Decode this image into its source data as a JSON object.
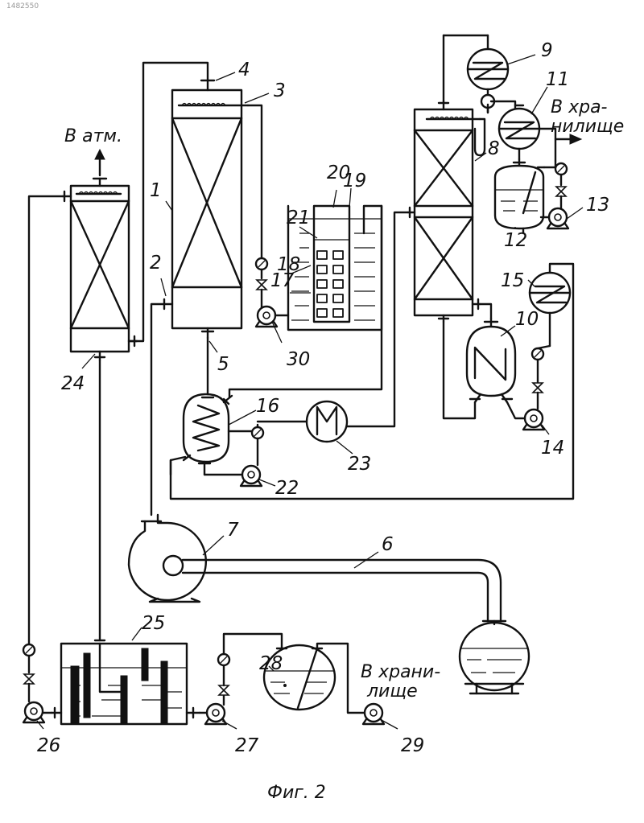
{
  "figure": {
    "caption": "Фиг. 2",
    "corner_mark": "1482550"
  },
  "labels": {
    "to_atmosphere": "В атм.",
    "to_storage_top_line1": "В хра-",
    "to_storage_top_line2": "нилище",
    "to_storage_bottom_line1": "В храни-",
    "to_storage_bottom_line2": "лище"
  },
  "callouts": {
    "n1": "1",
    "n2": "2",
    "n3": "3",
    "n4": "4",
    "n5": "5",
    "n6": "6",
    "n7": "7",
    "n8": "8",
    "n9": "9",
    "n10": "10",
    "n11": "11",
    "n12": "12",
    "n13": "13",
    "n14": "14",
    "n15": "15",
    "n16": "16",
    "n17": "17",
    "n18": "18",
    "n19": "19",
    "n20": "20",
    "n21": "21",
    "n22": "22",
    "n23": "23",
    "n24": "24",
    "n25": "25",
    "n26": "26",
    "n27": "27",
    "n28": "28",
    "n29": "29",
    "n30": "30"
  }
}
